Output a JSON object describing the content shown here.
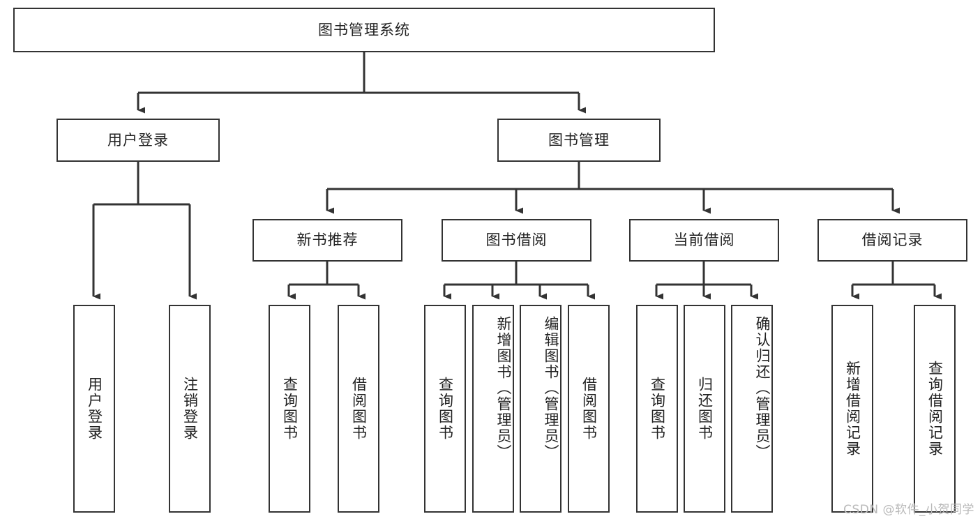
{
  "diagram": {
    "title": "图书管理系统",
    "type": "tree-hierarchy-chart",
    "colors": {
      "border": "#333333",
      "background": "#ffffff",
      "text": "#222222",
      "watermark": "#b9b9b9"
    },
    "root": {
      "label": "图书管理系统"
    },
    "level2": [
      {
        "label": "用户登录"
      },
      {
        "label": "图书管理"
      }
    ],
    "level3": [
      {
        "label": "新书推荐"
      },
      {
        "label": "图书借阅"
      },
      {
        "label": "当前借阅"
      },
      {
        "label": "借阅记录"
      }
    ],
    "leaves": {
      "user_login": [
        {
          "label": "用户登录"
        },
        {
          "label": "注销登录"
        }
      ],
      "new_book_recommend": [
        {
          "label": "查询图书"
        },
        {
          "label": "借阅图书"
        }
      ],
      "book_borrow": [
        {
          "label": "查询图书"
        },
        {
          "label": "新增图书（管理员）"
        },
        {
          "label": "编辑图书（管理员）"
        },
        {
          "label": "借阅图书"
        }
      ],
      "current_borrow": [
        {
          "label": "查询图书"
        },
        {
          "label": "归还图书"
        },
        {
          "label": "确认归还（管理员）"
        }
      ],
      "borrow_record": [
        {
          "label": "新增借阅记录"
        },
        {
          "label": "查询借阅记录"
        }
      ]
    }
  },
  "watermark": {
    "text": "CSDN @软件_小贺同学"
  }
}
